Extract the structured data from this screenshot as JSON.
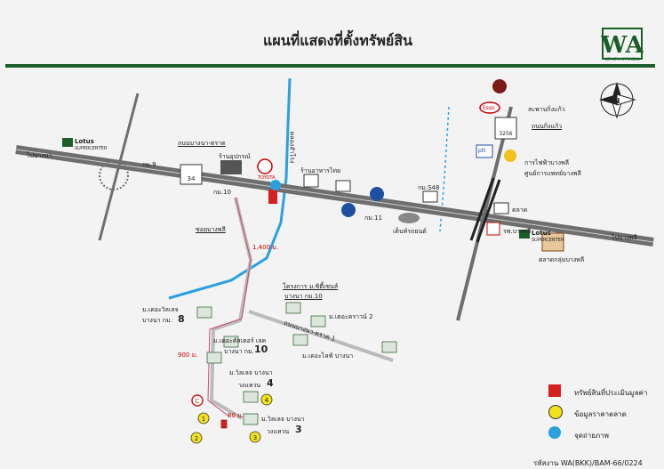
{
  "title": "แผนที่แสดงที่ตั้งทรัพย์สิน",
  "brand": {
    "logo_text": "WA",
    "logo_sub": "WEALTH APPRAISAL",
    "color": "#1b5e2a"
  },
  "north_label": "N",
  "roads": {
    "bangna_trat": "ถนนบางนา-ตราด",
    "king_kaew": "ถนนกิ่งแก้ว",
    "soi_bang_phli": "ซอยบางพลี",
    "klong_road": "คลองสำโรง",
    "to_bangna_left": "ไปบางนา",
    "to_bangphli_right": "ไปบางพลี",
    "bangna_trat_soi": "ถนนบางนา-ตราด 1"
  },
  "route_numbers": {
    "r34": "34",
    "r3256": "3256"
  },
  "labels": {
    "lotus_left": "Lotus",
    "lotus_left_sub": "SUPERCENTER",
    "lotus_right": "Lotus",
    "lotus_right_sub": "SUPERCENTER",
    "km9": "กม.9",
    "km10": "กม.10",
    "km11": "กม.11",
    "km_s48": "กม.S48",
    "shop_line": "ร้านอุปกรณ์",
    "shop_right": "ร้านอาหารไทย",
    "toyota": "TOYOTA",
    "used_cars": "เต็นท์รถยนต์",
    "bridge_kaew": "สะพานกิ่งแก้ว",
    "market": "ตลาด",
    "market_bangphli": "ตลาดกลุ่มบางพลี",
    "ptt": "ptt",
    "esso": "Esso",
    "power_plant": "การไฟฟ้าบางพลี",
    "service_center": "ศูนย์การแพทย์บางพลี",
    "zone_bang_phli": "รพ.บางพลี",
    "dist_1400": "1,400 ม.",
    "dist_900": "900 ม.",
    "dist_80": "80 ม.",
    "project_city": "โครงการ ม.ซิตี้เซนส์",
    "project_city_sub": "บางนา กม.10",
    "village_8": "ม.เดอะวิลเลจ",
    "village_8_sub": "บางนา กม.",
    "village_8_num": "8",
    "crown_2": "ม.เดอะคราวน์ 2",
    "castle": "ม.เดอะคัสเตอร์ เลค",
    "castle_sub": "บางนา กม.",
    "castle_num": "10",
    "life": "ม.เดอะไลฟ์ บางนา",
    "village4": "ม.วิลเลจ บางนา",
    "village4_sub": "วงแหวน",
    "village4_num": "4",
    "village3": "ม.วิลเลจ บางนา",
    "village3_sub": "วงแหวน",
    "village3_num": "3",
    "marker_c": "C",
    "marker_1": "1",
    "marker_2": "2",
    "marker_3": "3",
    "marker_4": "4"
  },
  "legend": {
    "subject": "ทรัพย์สินที่ประเมินมูลค่า",
    "market_data": "ข้อมูลราคาตลาด",
    "photo": "จุดถ่ายภาพ"
  },
  "ref_code": "รหัสงาน WA(BKK)/BAM-66/0224",
  "colors": {
    "road": "#6e6e6e",
    "canal": "#2aa0e0",
    "route": "#c84a6b",
    "subject": "#d42020",
    "market_marker": "#f2e21a"
  }
}
